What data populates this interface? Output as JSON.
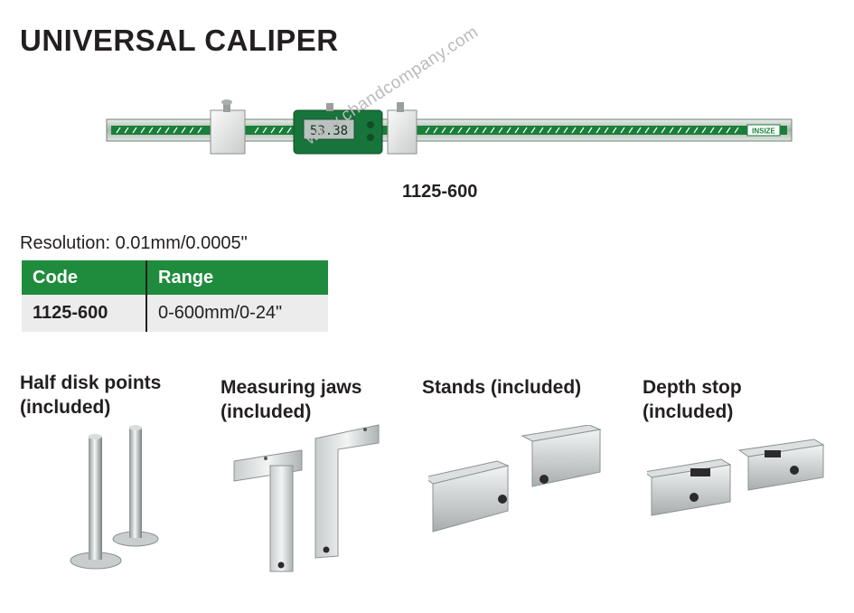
{
  "page": {
    "title": "UNIVERSAL CALIPER"
  },
  "caliper": {
    "model": "1125-600",
    "display_reading": "53.38",
    "brand_mark": "INSIZE"
  },
  "watermark": "www.chandcompany.com",
  "specs": {
    "resolution": "Resolution: 0.01mm/0.0005\"",
    "headers": [
      "Code",
      "Range"
    ],
    "rows": [
      {
        "code": "1125-600",
        "range": "0-600mm/0-24\""
      }
    ],
    "header_color": "#1e8c3c"
  },
  "accessories": [
    {
      "label": "Half disk points\n(included)",
      "icon": "half-disk-points-icon"
    },
    {
      "label": "Measuring jaws\n(included)",
      "icon": "measuring-jaws-icon"
    },
    {
      "label": "Stands (included)",
      "icon": "stands-icon"
    },
    {
      "label": "Depth stop\n(included)",
      "icon": "depth-stop-icon"
    }
  ]
}
